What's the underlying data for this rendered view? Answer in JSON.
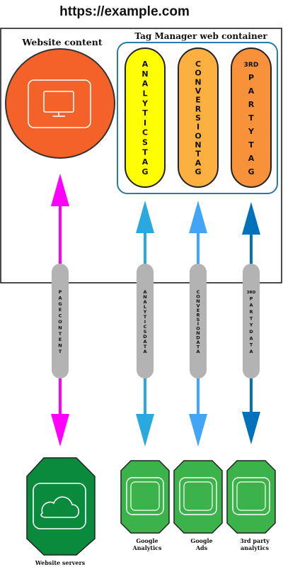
{
  "url": "https://example.com",
  "website_panel": {
    "title": "Website content",
    "icon": "monitor-icon"
  },
  "container": {
    "title": "Tag Manager web container",
    "tags": [
      {
        "id": "analytics",
        "lines": [
          "A",
          "N",
          "A",
          "L",
          "Y",
          "T",
          "I",
          "C",
          "S",
          "T",
          "A",
          "G"
        ],
        "color": "#ffff00"
      },
      {
        "id": "conversion",
        "lines": [
          "C",
          "O",
          "N",
          "V",
          "E",
          "R",
          "S",
          "I",
          "O",
          "N",
          "T",
          "A",
          "G"
        ],
        "color": "#fbb040"
      },
      {
        "id": "third-party",
        "lines": [
          "3RD",
          "P",
          "A",
          "R",
          "T",
          "Y",
          "T",
          "A",
          "G"
        ],
        "color": "#f7923a"
      }
    ]
  },
  "connectors": [
    {
      "id": "page-content",
      "lines": [
        "P",
        "A",
        "G",
        "E",
        "C",
        "O",
        "N",
        "T",
        "E",
        "N",
        "T"
      ],
      "arrow_color": "#ff00ff"
    },
    {
      "id": "analytics-data",
      "lines": [
        "A",
        "N",
        "A",
        "L",
        "Y",
        "T",
        "I",
        "C",
        "S",
        "D",
        "A",
        "T",
        "A"
      ],
      "arrow_color": "#2aa9e0"
    },
    {
      "id": "conversion-data",
      "lines": [
        "C",
        "O",
        "N",
        "V",
        "E",
        "R",
        "S",
        "I",
        "O",
        "N",
        "D",
        "A",
        "T",
        "A"
      ],
      "arrow_color": "#42a5f5"
    },
    {
      "id": "third-party-data",
      "lines": [
        "3RD",
        "P",
        "A",
        "R",
        "T",
        "Y",
        "D",
        "A",
        "T",
        "A"
      ],
      "arrow_color": "#0072bc"
    }
  ],
  "endpoints": [
    {
      "id": "website-servers",
      "label_lines": [
        "Website servers"
      ],
      "icon": "cloud-icon"
    },
    {
      "id": "google-analytics",
      "label_lines": [
        "Google",
        "Analytics"
      ],
      "icon": "rounded-square-icon"
    },
    {
      "id": "google-ads",
      "label_lines": [
        "Google",
        "Ads"
      ],
      "icon": "rounded-square-icon"
    },
    {
      "id": "third-party-analytics",
      "label_lines": [
        "3rd party",
        "analytics"
      ],
      "icon": "rounded-square-icon"
    }
  ],
  "colors": {
    "website_circle": "#f4622a",
    "container_border": "#2a7aa8",
    "pill_gray": "#b3b3b3",
    "server_green": "#0a8a3c",
    "service_green": "#3cb34a"
  }
}
